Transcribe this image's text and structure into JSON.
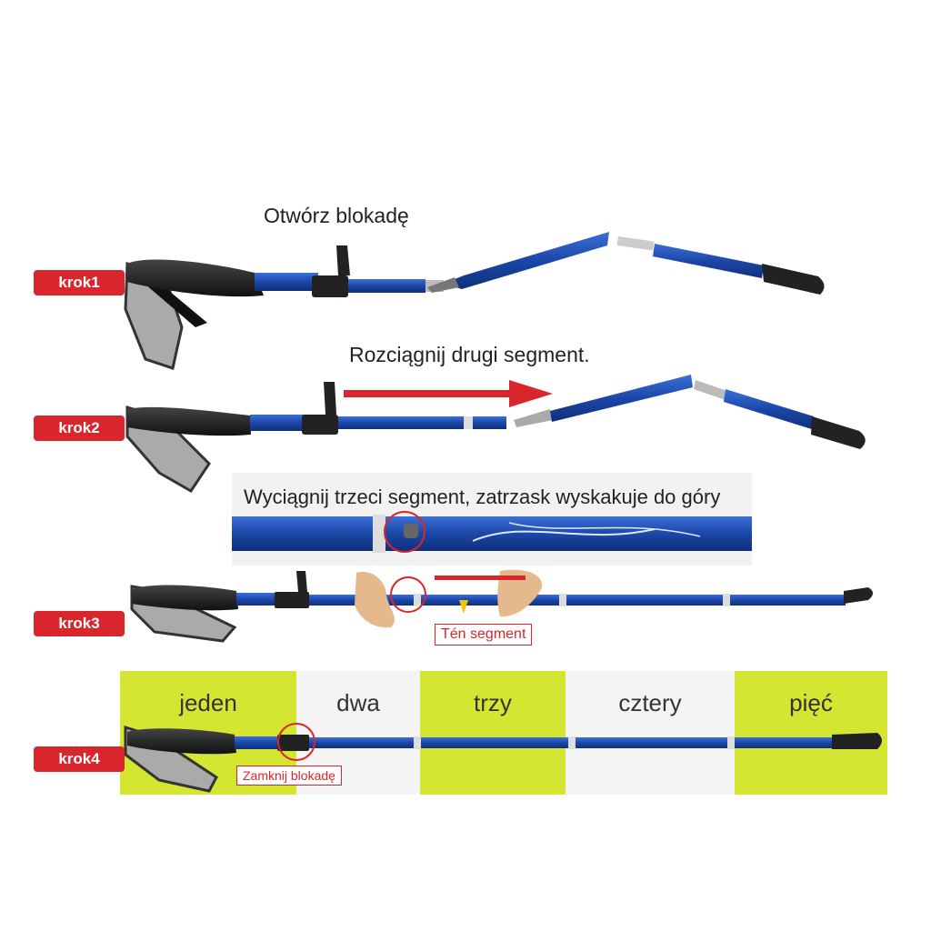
{
  "steps": [
    {
      "badge": "krok1",
      "caption": "Otwórz blokadę"
    },
    {
      "badge": "krok2",
      "caption": "Rozciągnij drugi segment."
    },
    {
      "badge": "krok3",
      "caption": "Wyciągnij trzeci segment, zatrzask wyskakuje do góry",
      "tag": "Tén segment"
    },
    {
      "badge": "krok4",
      "tag": "Zamknij blokadę"
    }
  ],
  "zones": [
    {
      "label": "jeden",
      "color": "#d4e632"
    },
    {
      "label": "dwa",
      "color": "#ffffff"
    },
    {
      "label": "trzy",
      "color": "#d4e632"
    },
    {
      "label": "cztery",
      "color": "#ffffff"
    },
    {
      "label": "pięć",
      "color": "#d4e632"
    }
  ],
  "colors": {
    "badge": "#d8262c",
    "pole": "#1f4fb5",
    "arrow": "#d8262c",
    "zone_accent": "#d4e632"
  }
}
